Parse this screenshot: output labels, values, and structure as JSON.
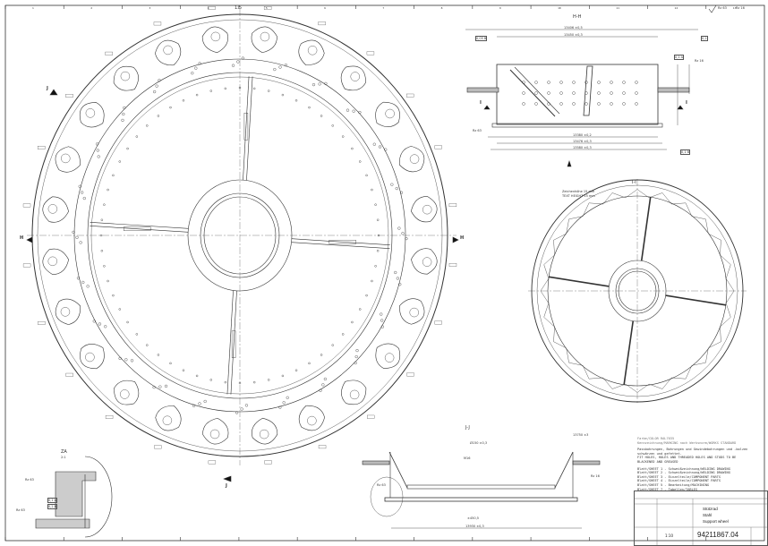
{
  "drawing": {
    "main_view": {
      "scale": "1:5",
      "section_marks": [
        "H",
        "H",
        "J",
        "J",
        "I",
        "I"
      ]
    },
    "section_hh": {
      "title": "H-H",
      "dims": [
        "13406 ±0,5",
        "13450 ±0,3",
        "13380 ±0,2",
        "13476 ±0,3",
        "13580 ±0,3"
      ],
      "roughness": [
        "Rz 63",
        "Rz 16"
      ],
      "tolerances": [
        "0,05 B",
        "0,2",
        "0,1 A",
        "0,1 B"
      ]
    },
    "section_ii": {
      "title": "I-I",
      "notes": [
        "Zeichenhöhe 15 mm",
        "TEXT HEIGHT 15 mm"
      ]
    },
    "section_jj": {
      "title": "J-J",
      "dims": [
        "13750 ±3",
        "Ø150 ±0,3",
        "M16",
        "±450,5",
        "13930 ±0,3"
      ],
      "roughness": [
        "Rz 63",
        "Rz 16"
      ]
    },
    "detail_za": {
      "title": "ZA",
      "scale": "2:1",
      "roughness": [
        "Rz 63",
        "Rz 63"
      ],
      "tolerances": [
        "0,1 A",
        "0,2 B"
      ]
    },
    "surface_symbol": [
      "Rz 63",
      "Rz 16"
    ],
    "border_zones": [
      "1",
      "2",
      "3",
      "4",
      "5",
      "6",
      "7",
      "8",
      "9",
      "10",
      "11",
      "12",
      "13"
    ]
  },
  "notes": {
    "header": [
      "Farbe/COLOR RAL7035",
      "Kennzeichnung/MARKING nach Werksnorm/WORKS STANDARD"
    ],
    "lines": [
      "Passbohrungen, Bohrungen und Gewindebohrungen und -bolzen",
      "schwärzen und gefettet.",
      "FIT HOLES, HOLES AND THREADED HOLES AND STUDS TO BE",
      "BLACKENED AND GREASED",
      "Blatt/SHEET 1 - Schweißzeichnung/WELDING DRAWING",
      "Blatt/SHEET 2 - Schweißzeichnung/WELDING DRAWING",
      "Blatt/SHEET 3 - Einzelteile/COMPONENT PARTS",
      "Blatt/SHEET 4 - Einzelteile/COMPONENT PARTS",
      "Blatt/SHEET 5 - Bearbeitung/MACHINING",
      "Blatt/SHEET 7 - Tabellen/TABLES"
    ]
  },
  "title_block": {
    "title_de": "Stützrad",
    "subtitle_de": "Stahl",
    "title_en": "Support wheel",
    "scale": "1:10",
    "part_number": "94211867.04"
  }
}
